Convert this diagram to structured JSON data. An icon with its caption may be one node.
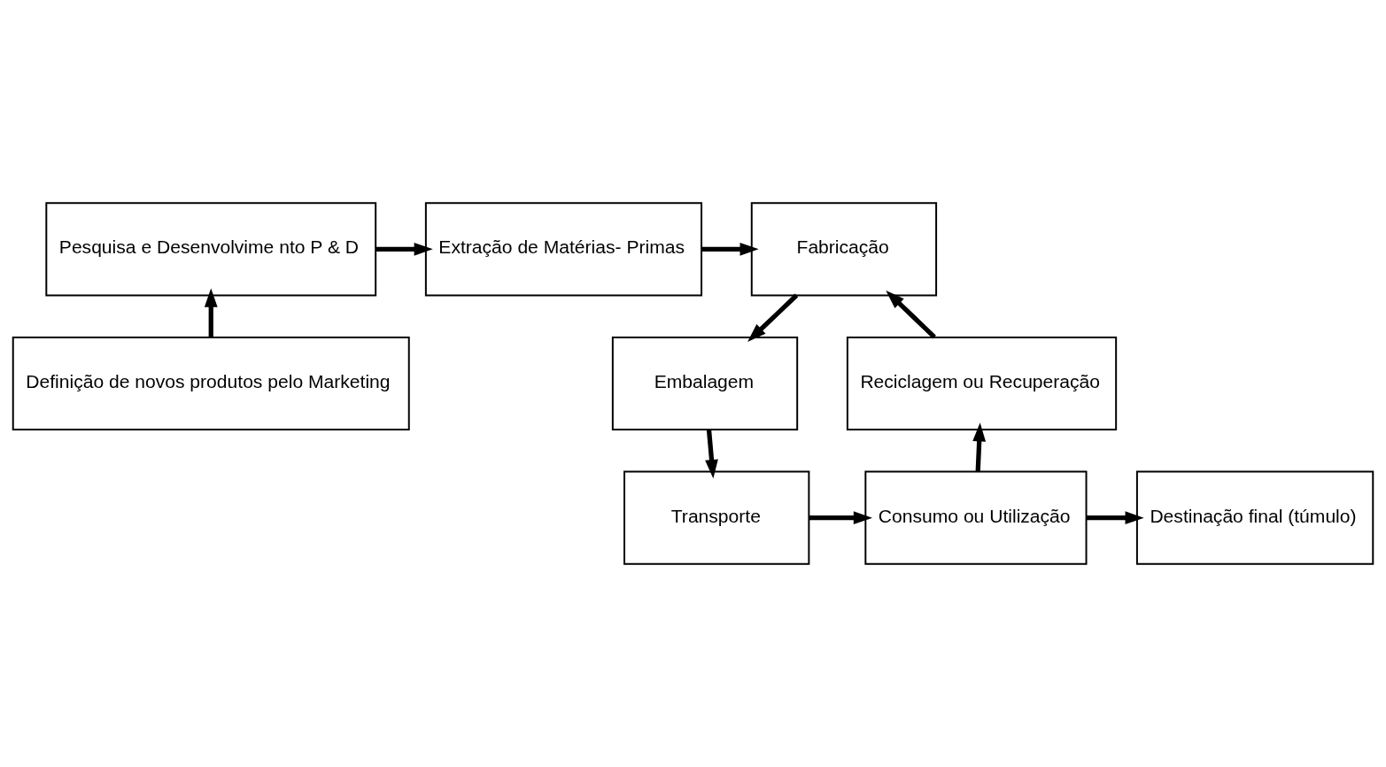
{
  "diagram": {
    "nodes": [
      {
        "text": [
          "Pesquisa e Desenvolvime nto P & D"
        ]
      },
      {
        "text": [
          "Extração de Matérias- Primas"
        ]
      },
      {
        "text": [
          "Fabricação"
        ]
      },
      {
        "text": [
          "Reciclagem ou Recuperação"
        ]
      },
      {
        "text": [
          "Embalagem"
        ]
      },
      {
        "text": [
          "Definição de novos produtos pelo Marketing"
        ]
      },
      {
        "text": [
          "Consumo ou Utilização"
        ]
      },
      {
        "text": [
          "Transporte"
        ]
      },
      {
        "text": [
          "Destinação final (túmulo)"
        ]
      }
    ],
    "edges": [
      {
        "from": 0,
        "to": 1,
        "arrow": "to"
      },
      {
        "from": 1,
        "to": 2,
        "arrow": "to"
      },
      {
        "from": 2,
        "to": 4,
        "arrow": "to"
      },
      {
        "from": 4,
        "to": 7,
        "arrow": "to"
      },
      {
        "from": 7,
        "to": 6,
        "arrow": "to"
      },
      {
        "from": 6,
        "to": 8,
        "arrow": "to"
      },
      {
        "from": 6,
        "to": 3,
        "arrow": "to"
      },
      {
        "from": 3,
        "to": 2,
        "arrow": "to"
      },
      {
        "from": 5,
        "to": 0,
        "arrow": "to"
      }
    ]
  }
}
